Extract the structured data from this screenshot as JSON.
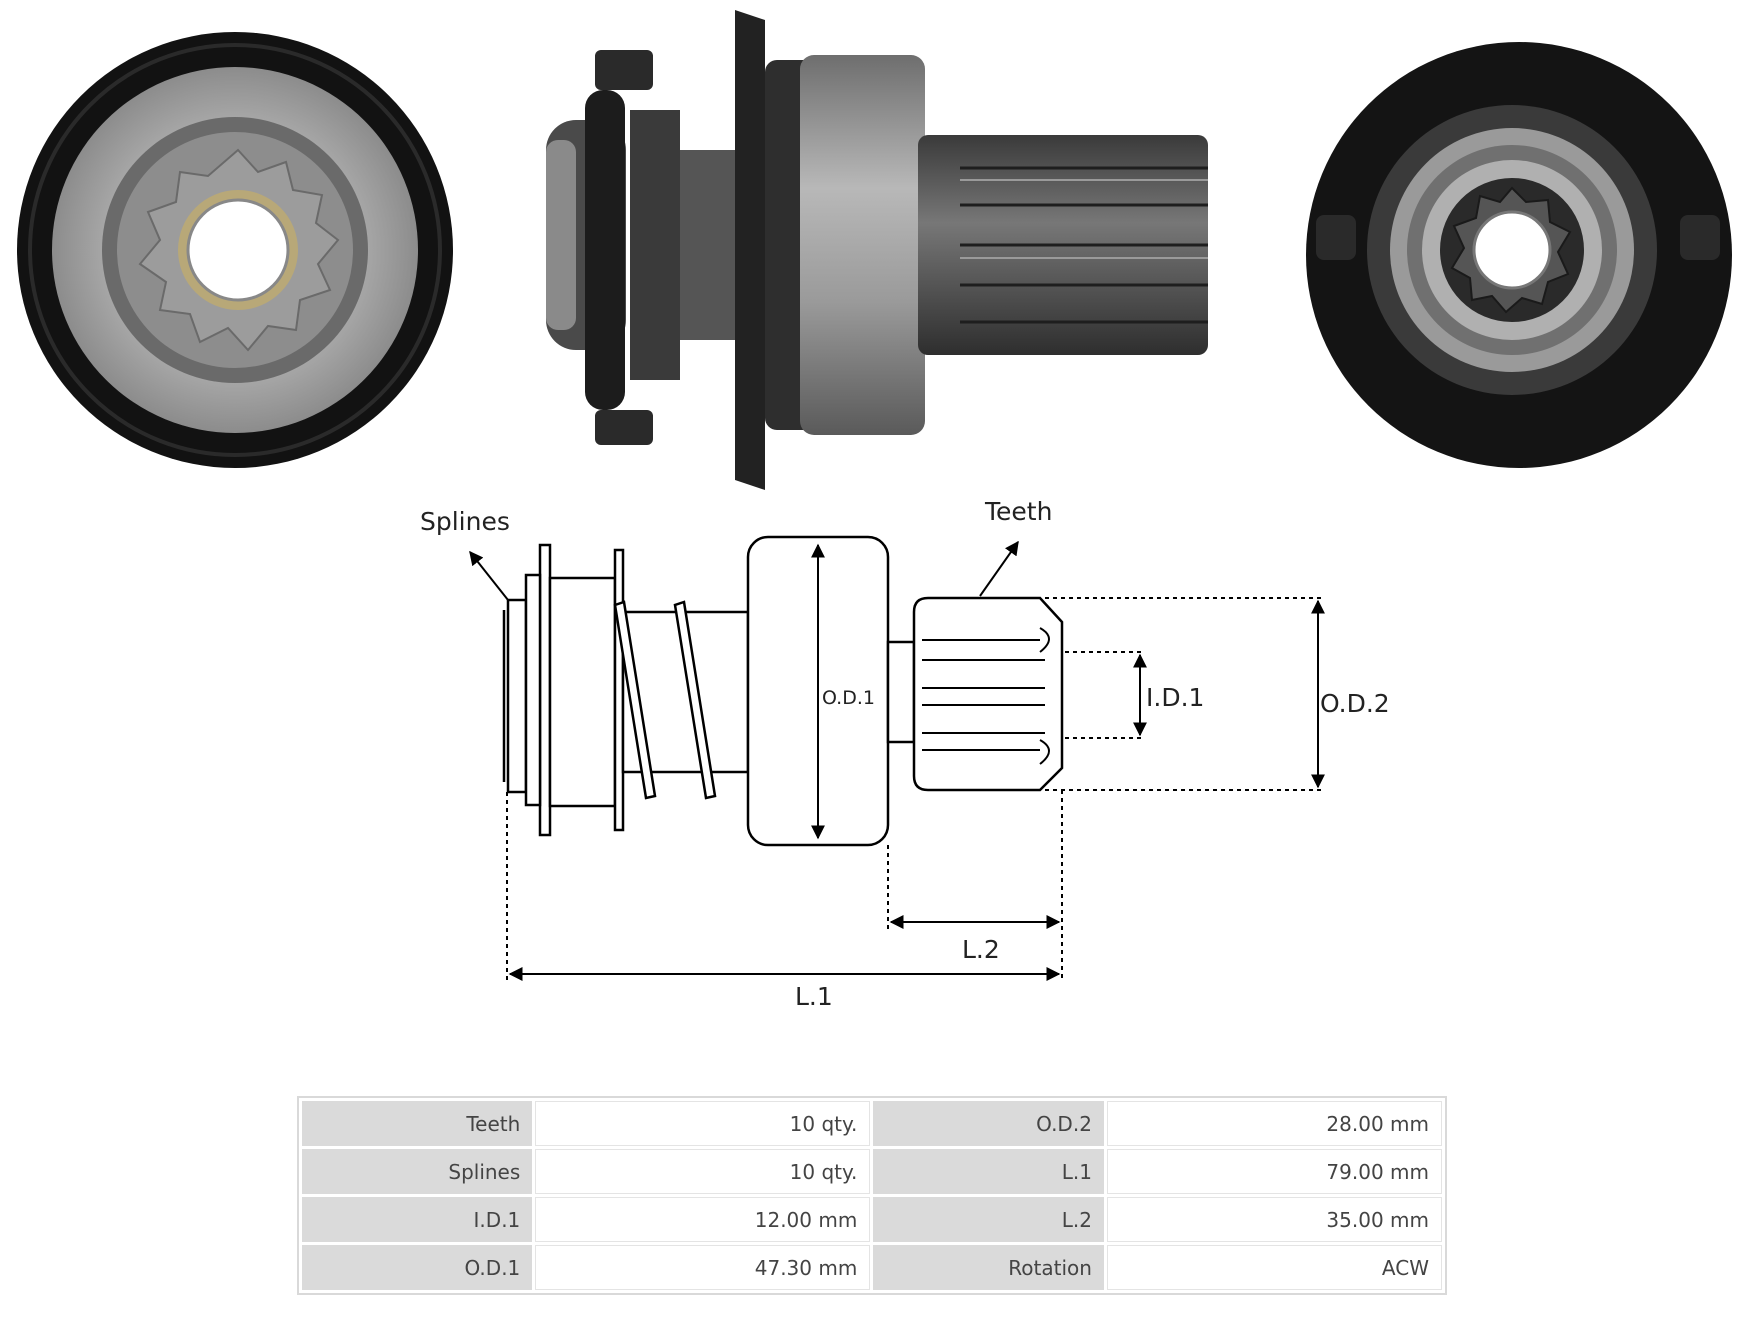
{
  "diagram": {
    "splines_label": "Splines",
    "teeth_label": "Teeth",
    "od1_label": "O.D.1",
    "id1_label": "I.D.1",
    "od2_label": "O.D.2",
    "l1_label": "L.1",
    "l2_label": "L.2"
  },
  "specs": [
    {
      "k1": "Teeth",
      "v1": "10 qty.",
      "k2": "O.D.2",
      "v2": "28.00 mm"
    },
    {
      "k1": "Splines",
      "v1": "10 qty.",
      "k2": "L.1",
      "v2": "79.00 mm"
    },
    {
      "k1": "I.D.1",
      "v1": "12.00 mm",
      "k2": "L.2",
      "v2": "35.00 mm"
    },
    {
      "k1": "O.D.1",
      "v1": "47.30 mm",
      "k2": "Rotation",
      "v2": "ACW"
    }
  ],
  "colors": {
    "rubber": "#111111",
    "steel": "#9a9a9a",
    "dark_steel": "#555555",
    "line": "#000000"
  }
}
